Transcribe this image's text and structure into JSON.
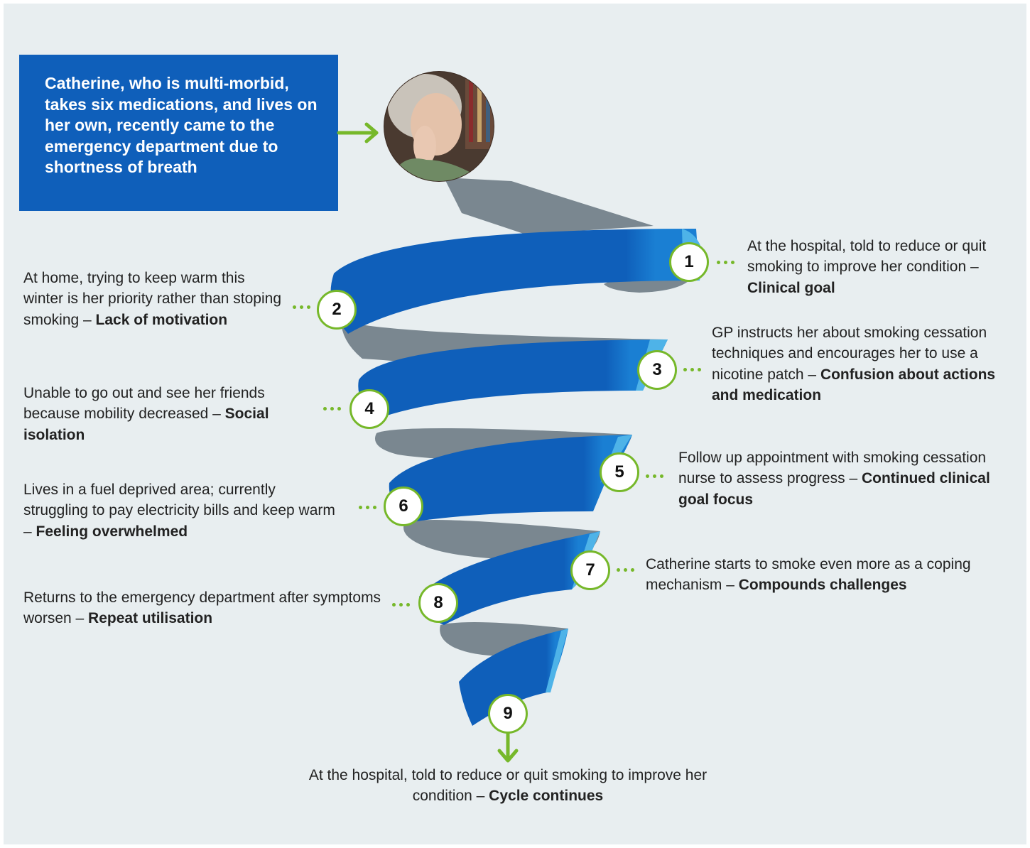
{
  "intro": {
    "text": "Catherine, who is multi-morbid, takes six medications, and lives on her own, recently came to the emergency department due to shortness of breath"
  },
  "steps": [
    {
      "number": "1",
      "text": "At the hospital, told to reduce or quit smoking to improve her condition – ",
      "label": "Clinical goal"
    },
    {
      "number": "2",
      "text": "At home, trying to keep warm this winter is her priority rather than stoping smoking – ",
      "label": "Lack of motivation"
    },
    {
      "number": "3",
      "text": "GP instructs her about smoking cessation techniques and encourages her to use a nicotine patch – ",
      "label": "Confusion about actions and medication"
    },
    {
      "number": "4",
      "text": "Unable to go out and see her friends because mobility decreased – ",
      "label": "Social isolation"
    },
    {
      "number": "5",
      "text": "Follow up appointment with smoking cessation nurse to assess progress – ",
      "label": "Continued clinical goal focus"
    },
    {
      "number": "6",
      "text": "Lives in a fuel deprived area; currently struggling to pay electricity bills and keep warm – ",
      "label": "Feeling overwhelmed"
    },
    {
      "number": "7",
      "text": "Catherine starts to smoke even more as a coping mechanism – ",
      "label": "Compounds challenges"
    },
    {
      "number": "8",
      "text": "Returns to the emergency department after symptoms worsen – ",
      "label": "Repeat utilisation"
    },
    {
      "number": "9",
      "text": "At the hospital, told to reduce or quit smoking to improve her condition – ",
      "label": "Cycle continues"
    }
  ],
  "colors": {
    "background": "#e8eef0",
    "box": "#0f5fba",
    "ribbon_front": "#0f5fba",
    "ribbon_highlight": "#1a7fd3",
    "ribbon_edge": "#4eb3e8",
    "ribbon_back": "#7a8790",
    "accent": "#76b82a"
  }
}
